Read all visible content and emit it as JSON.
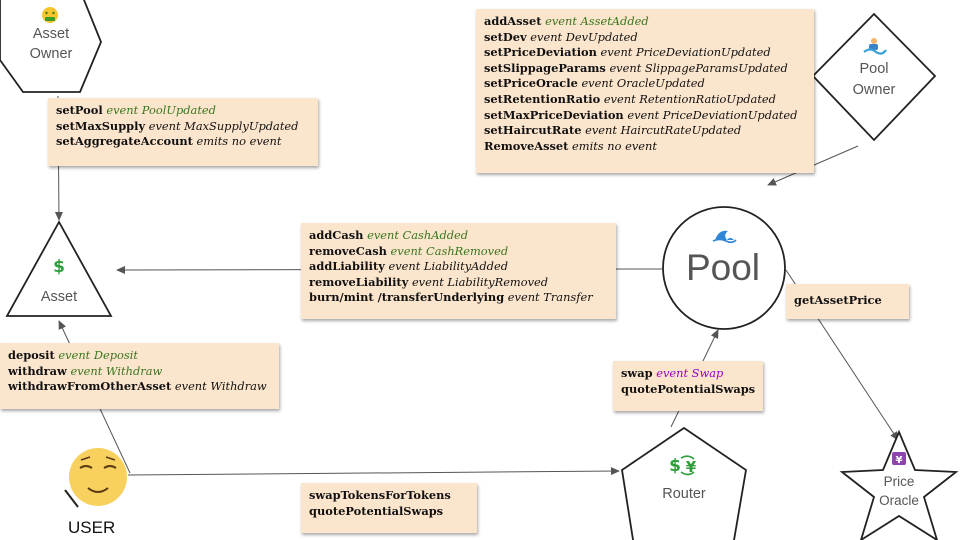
{
  "nodes": {
    "asset_owner": {
      "label_line1": "Asset",
      "label_line2": "Owner",
      "icon": "money-mouth-face-emoji"
    },
    "asset": {
      "label": "Asset",
      "icon": "dollar-sign-emoji"
    },
    "pool": {
      "label": "Pool",
      "icon": "water-wave-emoji"
    },
    "pool_owner": {
      "label_line1": "Pool",
      "label_line2": "Owner",
      "icon": "person-surfing-emoji"
    },
    "router": {
      "label": "Router",
      "icon": "currency-exchange-emoji"
    },
    "price_oracle": {
      "label_line1": "Price",
      "label_line2": "Oracle",
      "icon": "yen-banknote-emoji"
    },
    "user": {
      "label": "USER",
      "icon": "relieved-face-emoji"
    }
  },
  "boxes": {
    "asset_owner_methods": [
      {
        "fn": "setPool",
        "ev": "event PoolUpdated",
        "style": "green"
      },
      {
        "fn": "setMaxSupply",
        "ev": "event MaxSupplyUpdated",
        "style": "plain"
      },
      {
        "fn": "setAggregateAccount",
        "ev": "emits no event",
        "style": "plain"
      }
    ],
    "pool_owner_methods": [
      {
        "fn": "addAsset",
        "ev": "event AssetAdded",
        "style": "green"
      },
      {
        "fn": "setDev",
        "ev": "event DevUpdated",
        "style": "plain"
      },
      {
        "fn": "setPriceDeviation",
        "ev": "event PriceDeviationUpdated",
        "style": "plain"
      },
      {
        "fn": "setSlippageParams",
        "ev": "event SlippageParamsUpdated",
        "style": "plain"
      },
      {
        "fn": "setPriceOracle",
        "ev": "event OracleUpdated",
        "style": "plain"
      },
      {
        "fn": "setRetentionRatio",
        "ev": "event RetentionRatioUpdated",
        "style": "plain"
      },
      {
        "fn": "setMaxPriceDeviation",
        "ev": "event PriceDeviationUpdated",
        "style": "plain"
      },
      {
        "fn": "setHaircutRate",
        "ev": "event HaircutRateUpdated",
        "style": "plain"
      },
      {
        "fn": "RemoveAsset",
        "ev": "emits no event",
        "style": "plain"
      }
    ],
    "pool_to_asset_methods": [
      {
        "fn": "addCash",
        "ev": "event CashAdded",
        "style": "green"
      },
      {
        "fn": "removeCash",
        "ev": "event CashRemoved",
        "style": "green"
      },
      {
        "fn": "addLiability",
        "ev": "event LiabilityAdded",
        "style": "plain"
      },
      {
        "fn": "removeLiability",
        "ev": "event LiabilityRemoved",
        "style": "plain"
      },
      {
        "fn": "burn/mint /transferUnderlying",
        "ev": "event Transfer",
        "style": "plain"
      }
    ],
    "oracle_methods": [
      {
        "fn": "getAssetPrice",
        "ev": "",
        "style": "plain"
      }
    ],
    "user_to_asset_methods": [
      {
        "fn": "deposit",
        "ev": "event Deposit",
        "style": "green"
      },
      {
        "fn": "withdraw",
        "ev": "event Withdraw",
        "style": "green"
      },
      {
        "fn": "withdrawFromOtherAsset",
        "ev": "event Withdraw",
        "style": "plain"
      }
    ],
    "router_to_pool_methods": [
      {
        "fn": "swap",
        "ev": "event Swap",
        "style": "purple"
      },
      {
        "fn": "quotePotentialSwaps",
        "ev": "",
        "style": "plain"
      }
    ],
    "user_to_router_methods": [
      {
        "fn": "swapTokensForTokens",
        "ev": "",
        "style": "plain"
      },
      {
        "fn": "quotePotentialSwaps",
        "ev": "",
        "style": "plain"
      }
    ]
  },
  "colors": {
    "box_fill": "#fce5cd",
    "event_green": "#38761d",
    "event_purple": "#9900cc",
    "node_stroke": "#222222",
    "connector": "#555555"
  }
}
